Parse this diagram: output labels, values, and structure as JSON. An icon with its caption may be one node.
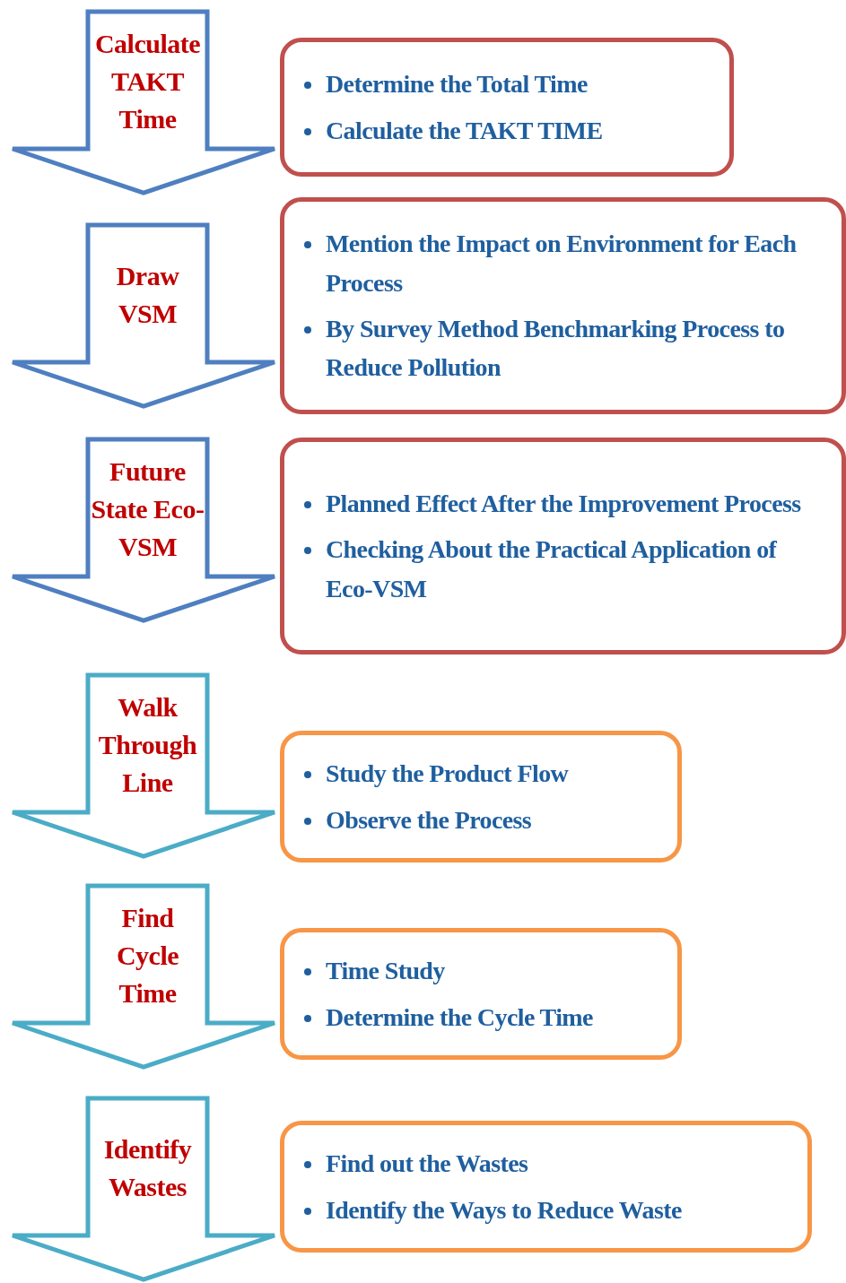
{
  "diagram": {
    "nodes": [
      {
        "text": [
          "Calculate TAKT Time"
        ]
      },
      {
        "text": [
          "Determine the Total Time",
          "Calculate the TAKT TIME"
        ]
      },
      {
        "text": [
          "Draw VSM"
        ]
      },
      {
        "text": [
          "Mention the Impact on Environment for Each Process",
          "By Survey Method Benchmarking Process to Reduce Pollution"
        ]
      },
      {
        "text": [
          "Future State Eco-VSM"
        ]
      },
      {
        "text": [
          "Planned Effect After the Improvement Process",
          "Checking About the Practical Application of Eco-VSM"
        ]
      },
      {
        "text": [
          "Walk Through Line"
        ]
      },
      {
        "text": [
          "Study the Product Flow",
          "Observe the Process"
        ]
      },
      {
        "text": [
          "Find Cycle Time"
        ]
      },
      {
        "text": [
          "Time Study",
          "Determine the Cycle Time"
        ]
      },
      {
        "text": [
          "Identify Wastes"
        ]
      },
      {
        "text": [
          "Find out the Wastes",
          "Identify the Ways to Reduce Waste"
        ]
      }
    ],
    "edges": []
  }
}
